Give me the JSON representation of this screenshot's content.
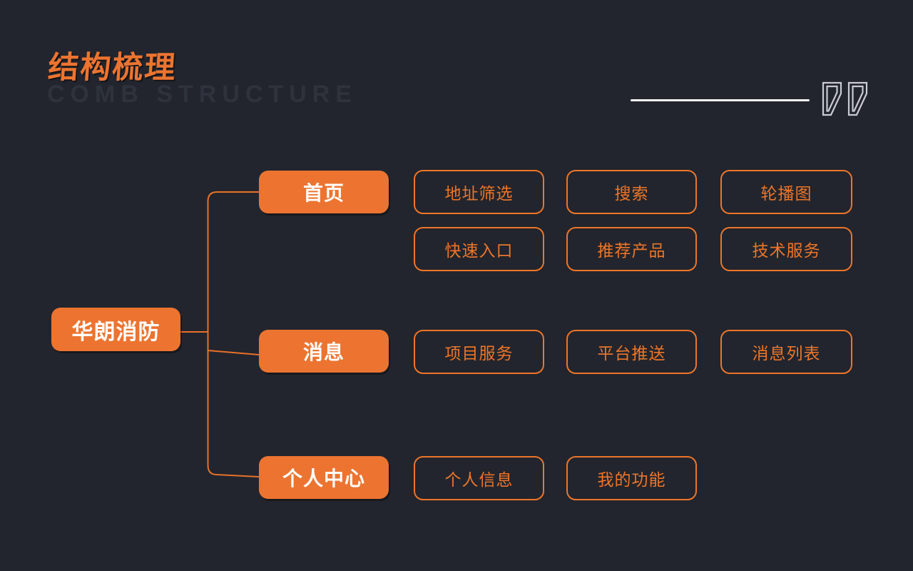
{
  "header": {
    "title_zh": "结构梳理",
    "title_en": "COMB STRUCTURE"
  },
  "decor": {
    "quote_icon": "double-quote-icon",
    "divider_line": "horizontal-rule"
  },
  "colors": {
    "background": "#22252D",
    "accent_orange": "#EC7430",
    "leaf_outline": "#ED7529",
    "title_en_gray": "#2E323C",
    "divider_white": "#F2F3F5",
    "quote_outline": "#C9CBD1",
    "node_text": "#FFFFFF"
  },
  "mindmap": {
    "root": {
      "label": "华朗消防"
    },
    "branches": [
      {
        "label": "首页",
        "children": [
          "地址筛选",
          "搜索",
          "轮播图",
          "快速入口",
          "推荐产品",
          "技术服务"
        ]
      },
      {
        "label": "消息",
        "children": [
          "项目服务",
          "平台推送",
          "消息列表"
        ]
      },
      {
        "label": "个人中心",
        "children": [
          "个人信息",
          "我的功能"
        ]
      }
    ]
  }
}
